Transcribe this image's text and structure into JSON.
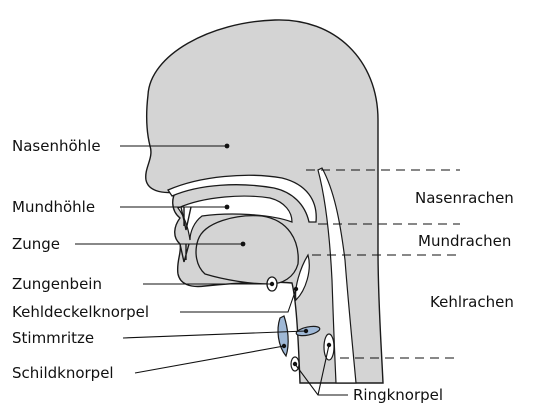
{
  "labels": {
    "nasal_cavity": "Nasenhöhle",
    "oral_cavity": "Mundhöhle",
    "tongue": "Zunge",
    "hyoid": "Zungenbein",
    "epiglottis": "Kehldeckelknorpel",
    "glottis": "Stimmritze",
    "thyroid": "Schildknorpel",
    "cricoid": "Ringknorpel",
    "nasopharynx": "Nasenrachen",
    "oropharynx": "Mundrachen",
    "laryngopharynx": "Kehlrachen"
  },
  "colors": {
    "tissue_fill": "#d4d4d4",
    "outline": "#1a1a1a",
    "background": "#ffffff",
    "glottis_fill": "#9fb8d6"
  }
}
